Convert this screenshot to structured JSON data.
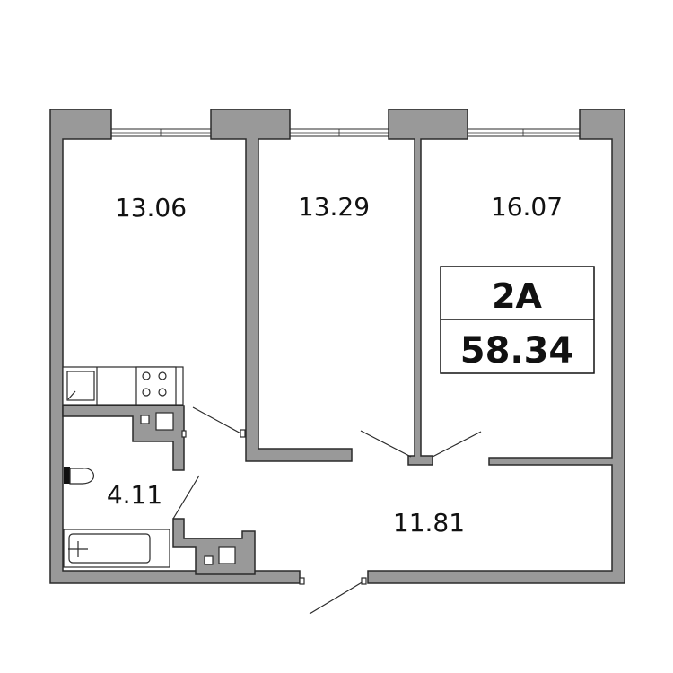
{
  "apartment": {
    "type": "2A",
    "total_area": "58.34"
  },
  "rooms": [
    {
      "id": "room-1",
      "area": "13.06"
    },
    {
      "id": "room-2",
      "area": "13.29"
    },
    {
      "id": "room-3",
      "area": "16.07"
    },
    {
      "id": "bathroom",
      "area": "4.11"
    },
    {
      "id": "hallway",
      "area": "11.81"
    }
  ],
  "colors": {
    "wall": "#999999",
    "outline": "#2a2a2a",
    "background": "#ffffff"
  }
}
